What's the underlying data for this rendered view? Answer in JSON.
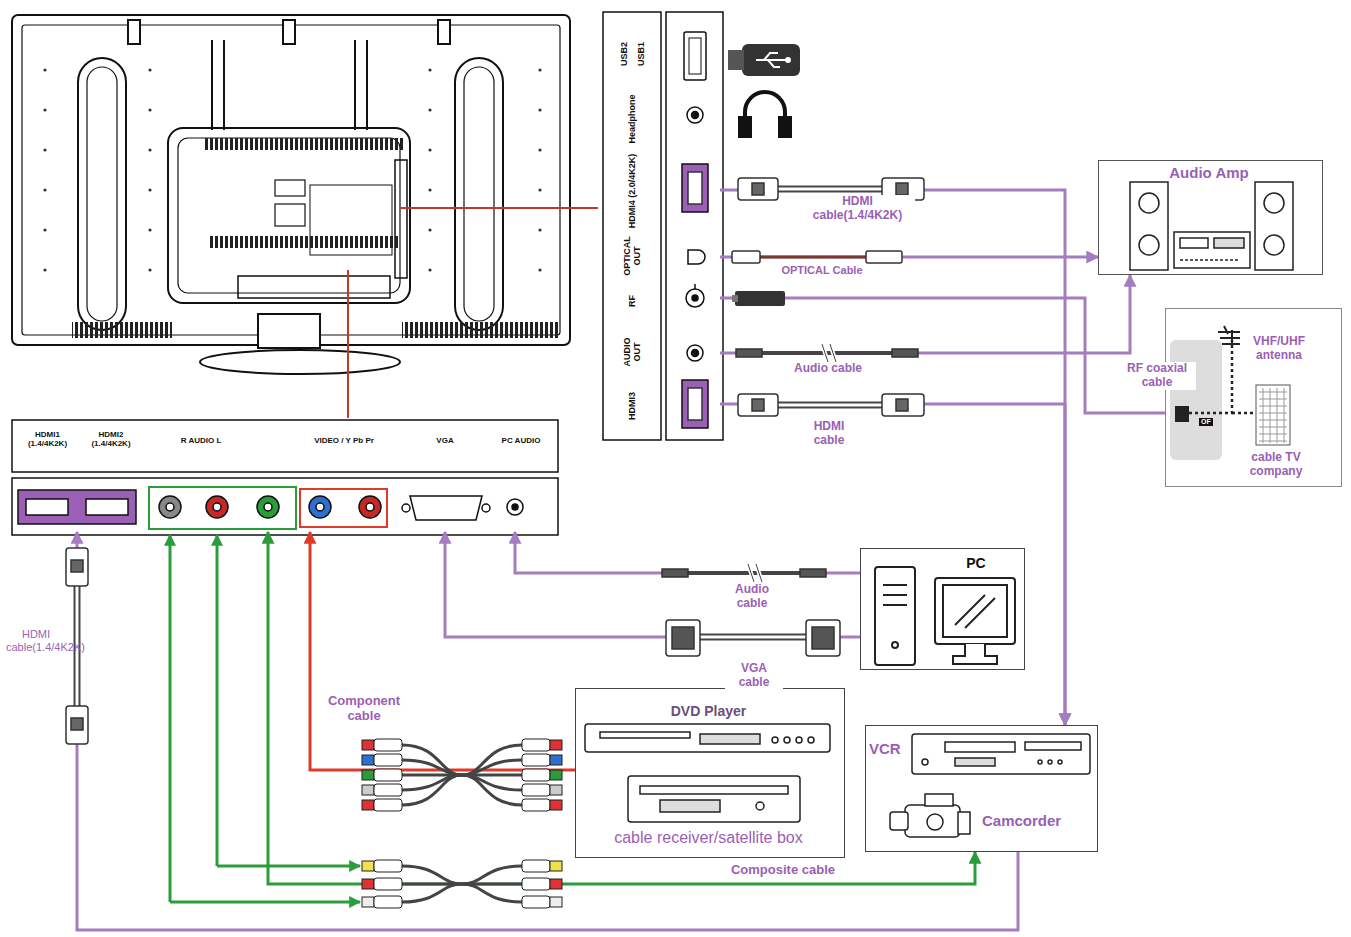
{
  "diagram": {
    "nodes": [
      {
        "text": [
          "Audio Amp"
        ]
      },
      {
        "text": [
          "VHF/UHF antenna",
          "cable TV company"
        ]
      },
      {
        "text": [
          "PC"
        ]
      },
      {
        "text": [
          "DVD Player",
          "cable receiver/satellite box"
        ]
      },
      {
        "text": [
          "VCR",
          "Camcorder"
        ]
      },
      {
        "text": [
          "USB2",
          "USB1"
        ]
      },
      {
        "text": [
          "Headphone"
        ]
      },
      {
        "text": [
          "HDMI4 (2.0/4K2K)"
        ]
      },
      {
        "text": [
          "OPTICAL OUT"
        ]
      },
      {
        "text": [
          "RF"
        ]
      },
      {
        "text": [
          "AUDIO OUT"
        ]
      },
      {
        "text": [
          "HDMI3"
        ]
      },
      {
        "text": [
          "HDMI1 (1.4/4K2K)"
        ]
      },
      {
        "text": [
          "HDMI2 (1.4/4K2K)"
        ]
      },
      {
        "text": [
          "R AUDIO L"
        ]
      },
      {
        "text": [
          "VIDEO / Y Pb Pr"
        ]
      },
      {
        "text": [
          "VGA"
        ]
      },
      {
        "text": [
          "PC AUDIO"
        ]
      }
    ],
    "edges": [
      {
        "from": 7,
        "to": 4,
        "label": "HDMI cable(1.4/4K2K)",
        "arrow": "to"
      },
      {
        "from": 8,
        "to": 0,
        "label": "OPTICAL Cable",
        "arrow": "to"
      },
      {
        "from": 9,
        "to": 1,
        "label": "RF coaxial cable",
        "arrow": "none"
      },
      {
        "from": 10,
        "to": 0,
        "label": "Audio cable",
        "arrow": "to"
      },
      {
        "from": 11,
        "to": 4,
        "label": "HDMI cable",
        "arrow": "to"
      },
      {
        "from": 2,
        "to": 17,
        "label": "Audio cable",
        "arrow": "to"
      },
      {
        "from": 2,
        "to": 16,
        "label": "VGA cable",
        "arrow": "to"
      },
      {
        "from": 3,
        "to": 15,
        "label": "Component cable",
        "arrow": "to"
      },
      {
        "from": 4,
        "to": 14,
        "label": "Composite cable",
        "arrow": "both"
      },
      {
        "from": 4,
        "to": 12,
        "label": "HDMI cable(1.4/4K2K)",
        "arrow": "to"
      }
    ],
    "labels": [
      "OF"
    ]
  }
}
